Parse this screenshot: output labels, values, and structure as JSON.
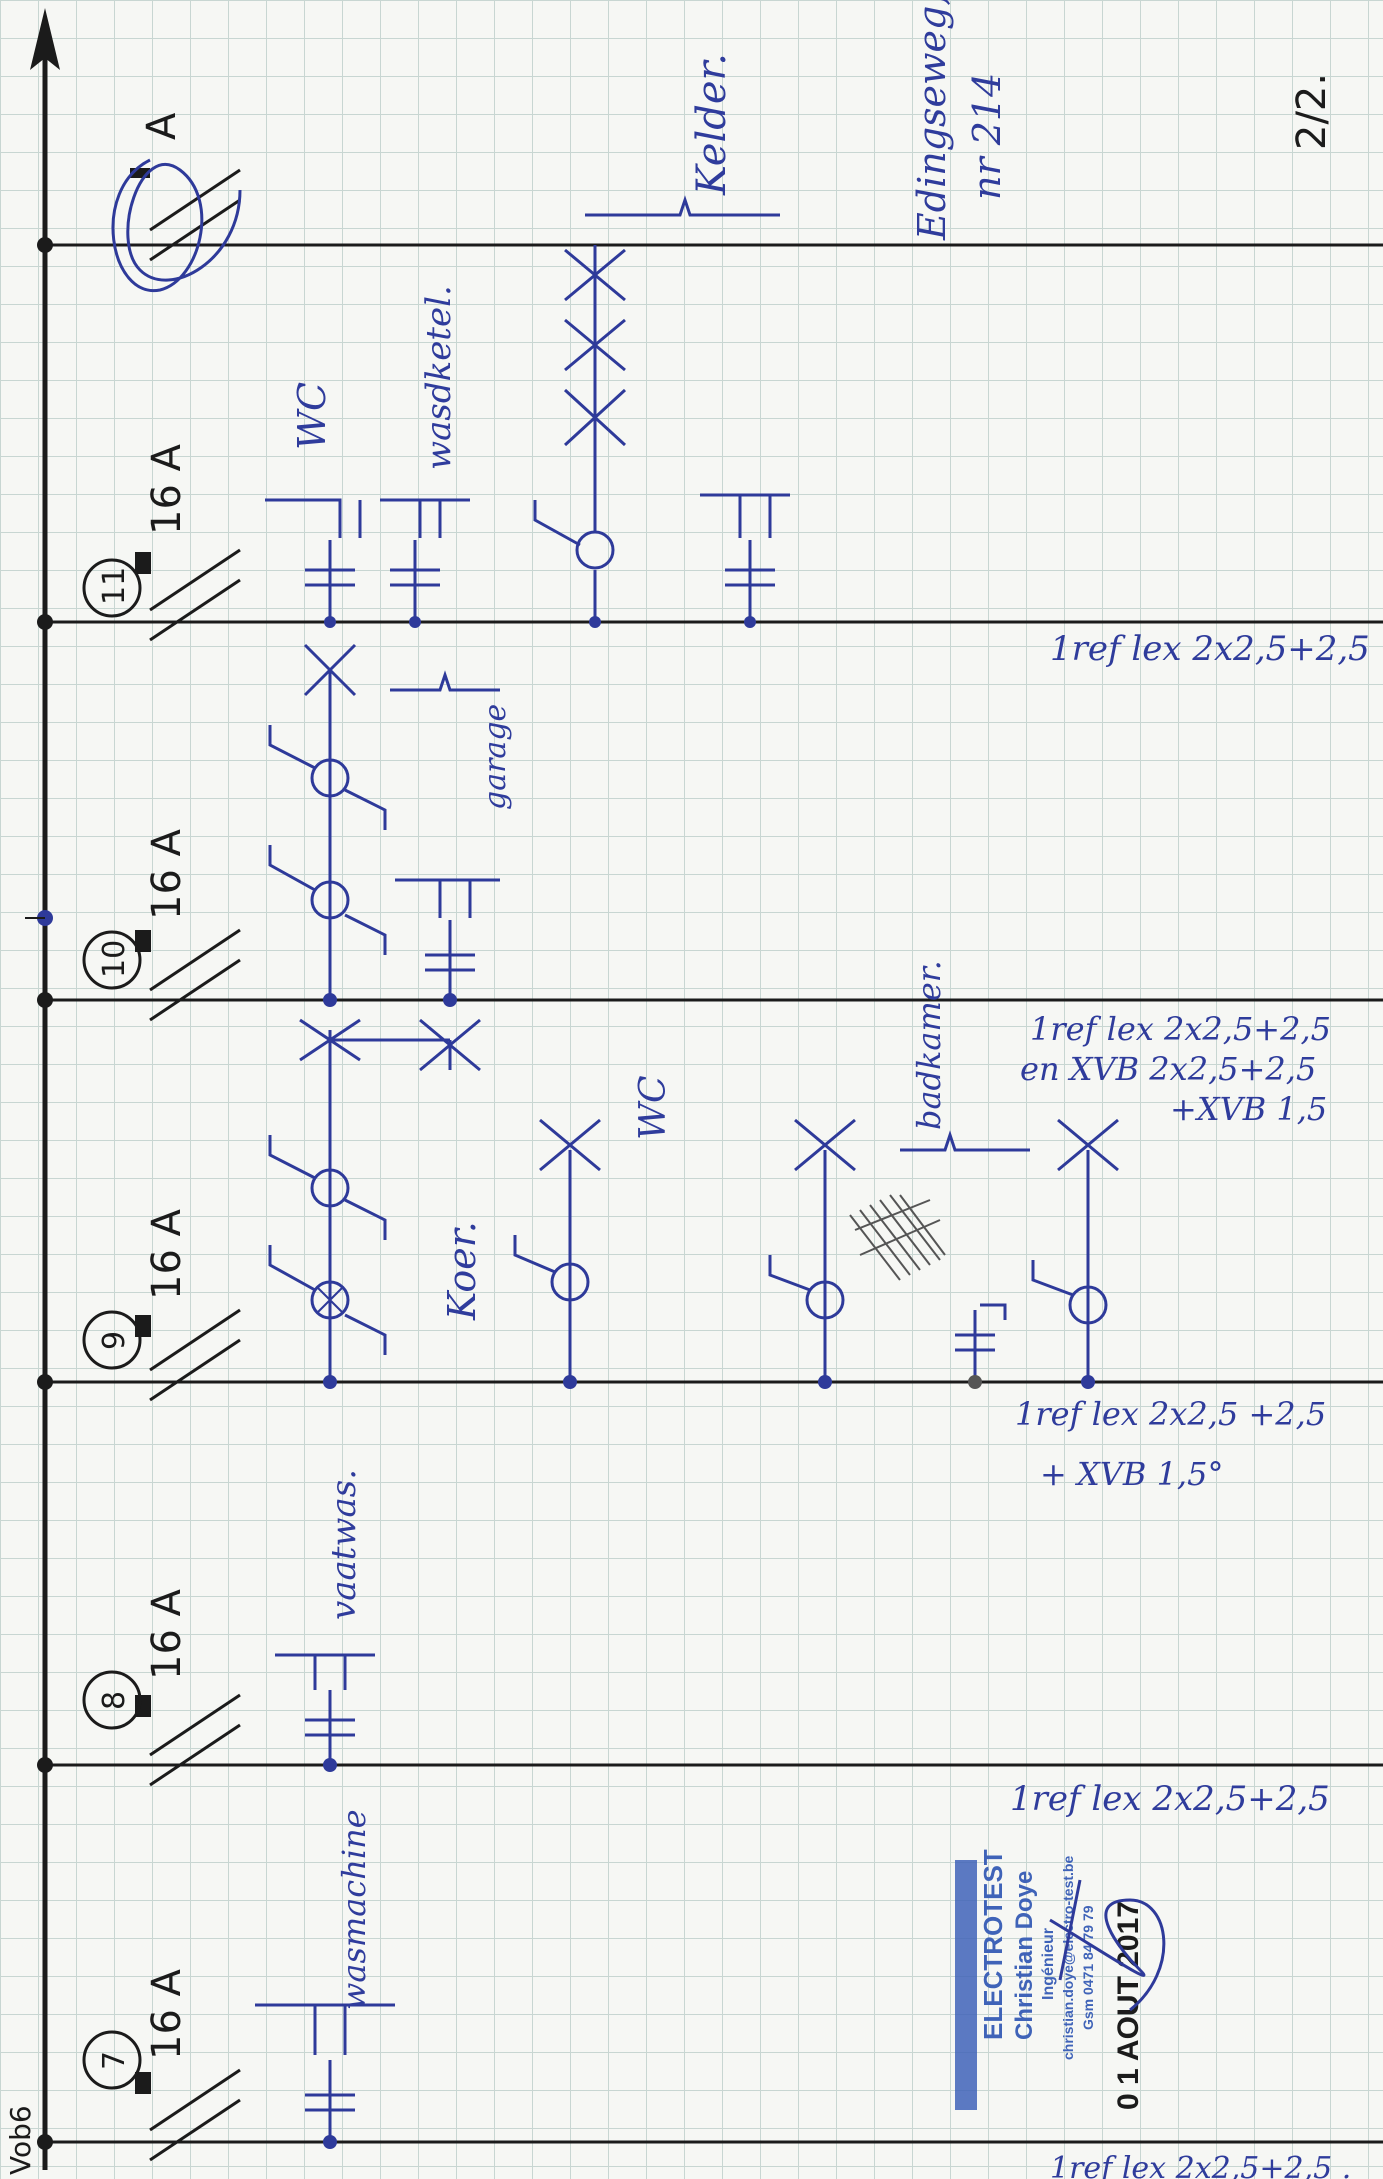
{
  "sheet": {
    "corner_label": "Vob6",
    "page_number": "2/2.",
    "address_line1": "Edingseweg,",
    "address_line2": "nr 214"
  },
  "circuits": [
    {
      "number": "7",
      "rating": "16 A",
      "loads": [
        "wasmachine"
      ],
      "cable": "1ref lex 2x2,5+2,5 ."
    },
    {
      "number": "8",
      "rating": "16 A",
      "loads": [
        "vaatwas."
      ],
      "cable": "1ref lex 2x2,5+2,5"
    },
    {
      "number": "9",
      "rating": "16 A",
      "loads": [
        "Koer.",
        "WC",
        "badkamer."
      ],
      "cable": "1ref lex 2x2,5 +2,5",
      "cable_extra": "+ XVB 1,5°"
    },
    {
      "number": "10",
      "rating": "16 A",
      "loads": [
        "garage"
      ],
      "cable": "1ref lex 2x2,5+2,5",
      "cable_extra": "en XVB 2x2,5+2,5",
      "cable_extra2": "+XVB 1,5"
    },
    {
      "number": "11",
      "rating": "16 A",
      "loads": [
        "WC",
        "wasdketel."
      ],
      "cable": "1ref lex 2x2,5+2,5"
    },
    {
      "number": "",
      "rating": "A",
      "loads": [
        "Kelder."
      ],
      "cable": ""
    }
  ],
  "stamp": {
    "company": "ELECTROTEST",
    "name": "Christian Doye",
    "role": "Ingénieur",
    "email": "christian.doye@electro-test.be",
    "phone": "Gsm 0471 84 79 79",
    "date": "0 1 AOUT 2017"
  },
  "colors": {
    "ink_blue": "#2e3a9a",
    "ink_black": "#1b1b1b",
    "grid": "#c8d6d2",
    "stamp": "#3f63b8"
  }
}
